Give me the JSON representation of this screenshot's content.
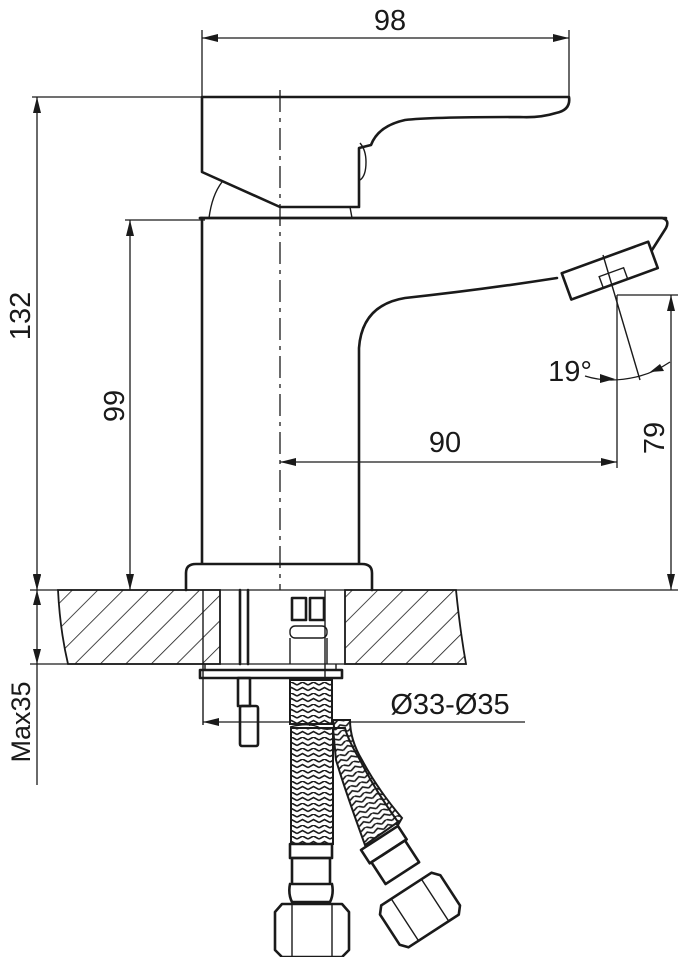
{
  "drawing": {
    "title": "Basin faucet technical drawing",
    "units": "mm",
    "colors": {
      "line": "#1a1a1a",
      "background": "#ffffff"
    },
    "dimensions": {
      "handle_width": "98",
      "total_height": "132",
      "body_height": "99",
      "spout_reach": "90",
      "spout_outlet_height": "79",
      "spout_angle": "19°",
      "max_countertop_thickness": "Max35",
      "hole_diameter": "Ø33-Ø35"
    },
    "components": [
      "lever-handle",
      "faucet-body",
      "spout",
      "aerator",
      "base-flange",
      "countertop-section",
      "mounting-stud",
      "fixing-plate",
      "braided-hose-left",
      "braided-hose-right",
      "hex-nut-left",
      "hex-nut-right"
    ]
  }
}
